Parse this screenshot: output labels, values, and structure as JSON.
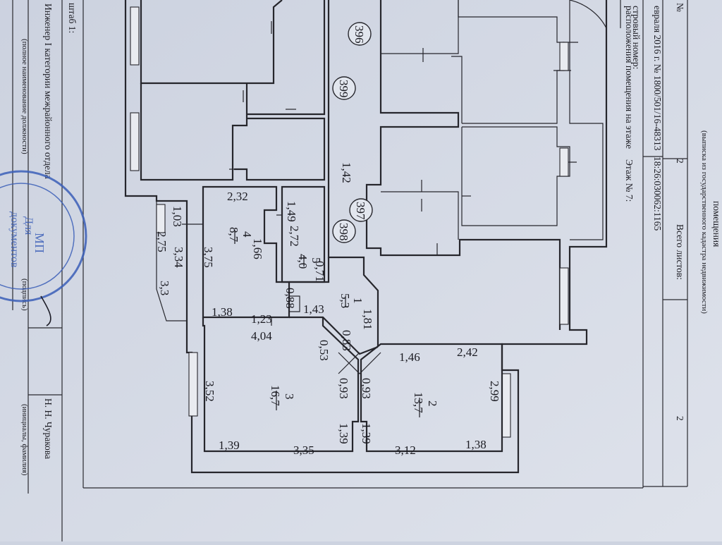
{
  "header": {
    "title": "помещения",
    "subtitle": "(выписка из государственного кадастра недвижимости)",
    "sheet_label": "№",
    "sheet_no": "2",
    "date_line": "евраля 2016 г. № 1800/501/16-48313",
    "total_sheets_label": "Всего листов:",
    "total_sheets_value": "2",
    "cadastral_label": "стровый номер:",
    "cadastral_value": "18:26:030062:1165",
    "floor_plan_label": "расположения помещения на этаже",
    "floor_value": "Этаж № 7:",
    "extra_sheet_value": "2"
  },
  "footer": {
    "scale_label": "штаб 1:",
    "engineer_position": "Инженер I категории межрайонного отдела",
    "position_caption": "(полное наименование должности)",
    "signature_caption": "(подпись)",
    "engineer_name": "Н. Н. Чуракова",
    "name_caption": "(инициалы, фамилия)",
    "stamp_text_1": "Для",
    "stamp_text_2": "документов",
    "stamp_text_3": "МП"
  },
  "plan": {
    "markers": [
      "396",
      "399",
      "397",
      "398"
    ],
    "corridor_top_value": "1,42",
    "rooms": [
      {
        "number": "4",
        "area": "8,7"
      },
      {
        "number": "5",
        "area": "4,0"
      },
      {
        "number": "1",
        "area": "5,3"
      },
      {
        "number": "3",
        "area": "16,7"
      },
      {
        "number": "2",
        "area": "13,7"
      }
    ],
    "dimensions": [
      "2,32",
      "1,49",
      "2,72",
      "1,66",
      "3,75",
      "1,03",
      "2,75",
      "3,34",
      "3,3",
      "0,71",
      "0,88",
      "1,38",
      "1,23",
      "1,43",
      "1,81",
      "4,04",
      "0,83",
      "0,53",
      "0,93",
      "0,93",
      "1,46",
      "2,42",
      "2,99",
      "3,52",
      "1,39",
      "3,35",
      "1,39",
      "1,39",
      "3,12",
      "1,38"
    ]
  }
}
